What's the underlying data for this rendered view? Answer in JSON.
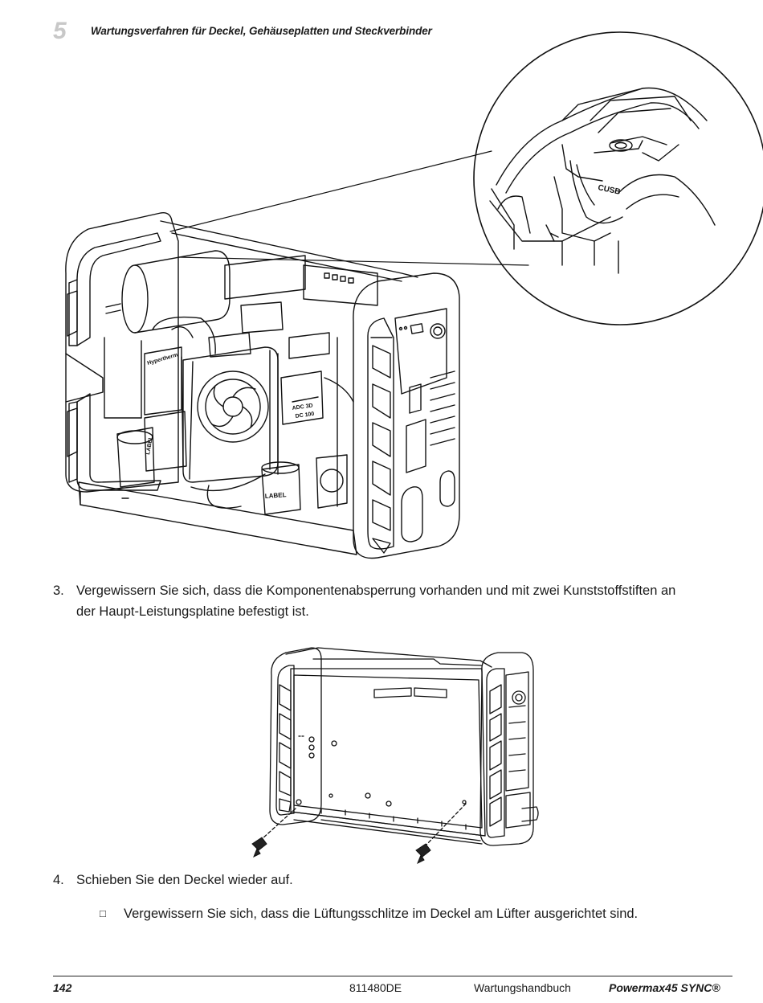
{
  "header": {
    "chapter_number": "5",
    "chapter_title": "Wartungsverfahren für Deckel, Gehäuseplatten und Steckverbinder"
  },
  "steps": [
    {
      "number": "3.",
      "line1": "Vergewissern Sie sich, dass die Komponentenabsperrung vorhanden und mit zwei Kunststoffstiften an",
      "line2": "der Haupt-Leistungsplatine befestigt ist."
    },
    {
      "number": "4.",
      "line1": "Schieben Sie den Deckel wieder auf."
    }
  ],
  "bullet": {
    "marker": "□",
    "text": "Vergewissern Sie sich, dass die Lüftungsschlitze im Deckel am Lüfter ausgerichtet sind."
  },
  "figure1": {
    "labels": {
      "board_label_1": "ADC 3D",
      "board_label_2": "DC 100",
      "component_label": "LABEL",
      "component_label_2": "LABEL",
      "brand_mark": "Hypertherm",
      "detail_label": "CUSB"
    }
  },
  "footer": {
    "page_number": "142",
    "document_number": "811480DE",
    "manual_type": "Wartungshandbuch",
    "product": "Powermax45 SYNC®"
  }
}
